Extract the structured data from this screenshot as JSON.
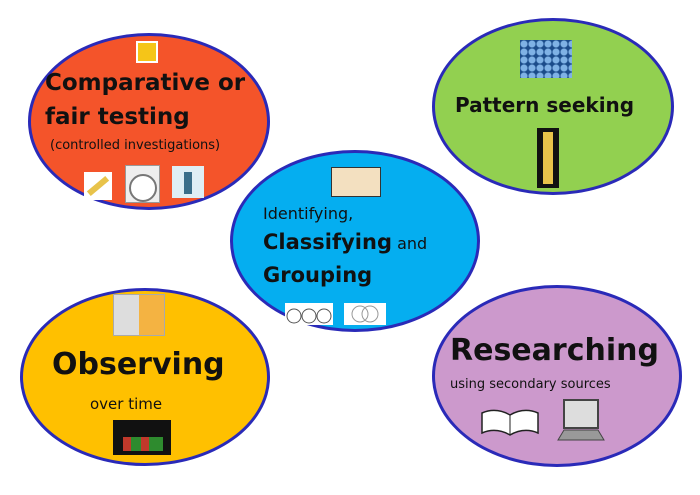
{
  "comparative": {
    "title1": "Comparative or",
    "title2": "fair testing",
    "subtitle": "(controlled investigations)",
    "color": "#f4542a"
  },
  "pattern": {
    "title": "Pattern seeking",
    "color": "#92d050"
  },
  "classifying": {
    "line1": "Identifying,",
    "line2a": "Classifying",
    "line2b": "and",
    "line3": "Grouping",
    "color": "#05aef0"
  },
  "observing": {
    "title": "Observing",
    "subtitle": "over time",
    "color": "#ffc000"
  },
  "researching": {
    "title": "Researching",
    "subtitle": "using secondary sources",
    "color": "#cc99cc"
  }
}
